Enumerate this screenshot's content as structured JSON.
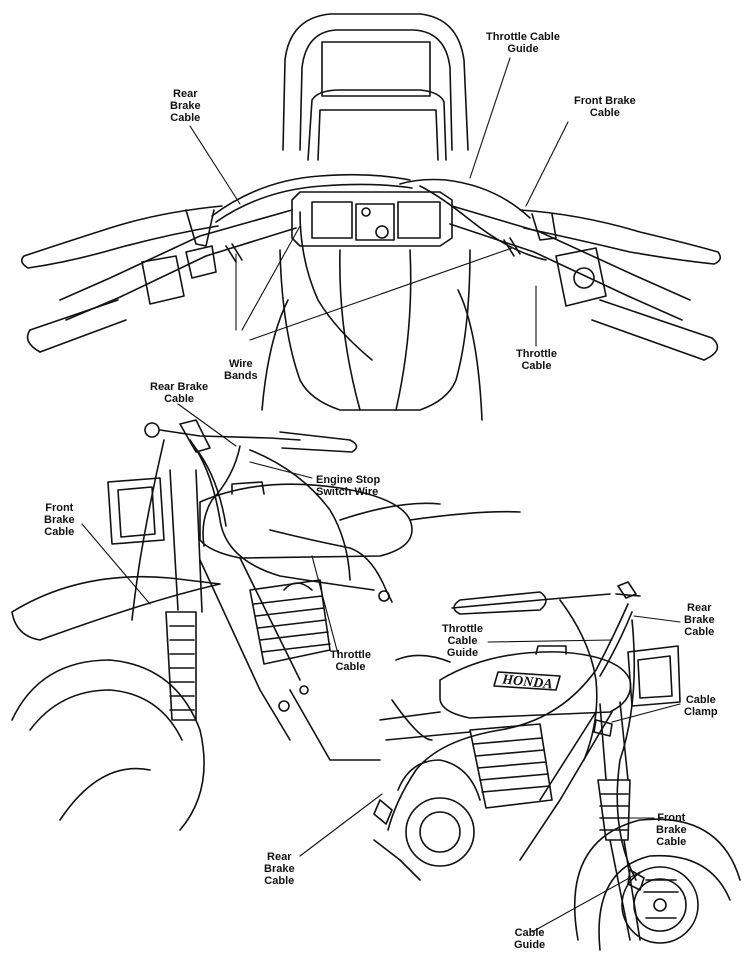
{
  "colors": {
    "ink": "#111111",
    "paper": "#ffffff"
  },
  "top_view": {
    "rear_brake_cable": "Rear\nBrake\nCable",
    "throttle_cable_guide": "Throttle Cable\nGuide",
    "front_brake_cable": "Front Brake\nCable",
    "wire_bands": "Wire\nBands",
    "throttle_cable": "Throttle\nCable"
  },
  "left_view": {
    "rear_brake_cable": "Rear Brake\nCable",
    "engine_stop_switch_wire": "Engine Stop\nSwitch Wire",
    "front_brake_cable": "Front\nBrake\nCable",
    "throttle_cable": "Throttle\nCable"
  },
  "right_view": {
    "throttle_cable_guide": "Throttle\nCable\nGuide",
    "rear_brake_cable_top": "Rear\nBrake\nCable",
    "cable_clamp": "Cable\nClamp",
    "front_brake_cable": "Front\nBrake\nCable",
    "rear_brake_cable_bottom": "Rear\nBrake\nCable",
    "cable_guide": "Cable\nGuide",
    "tank_logo": "HONDA"
  }
}
